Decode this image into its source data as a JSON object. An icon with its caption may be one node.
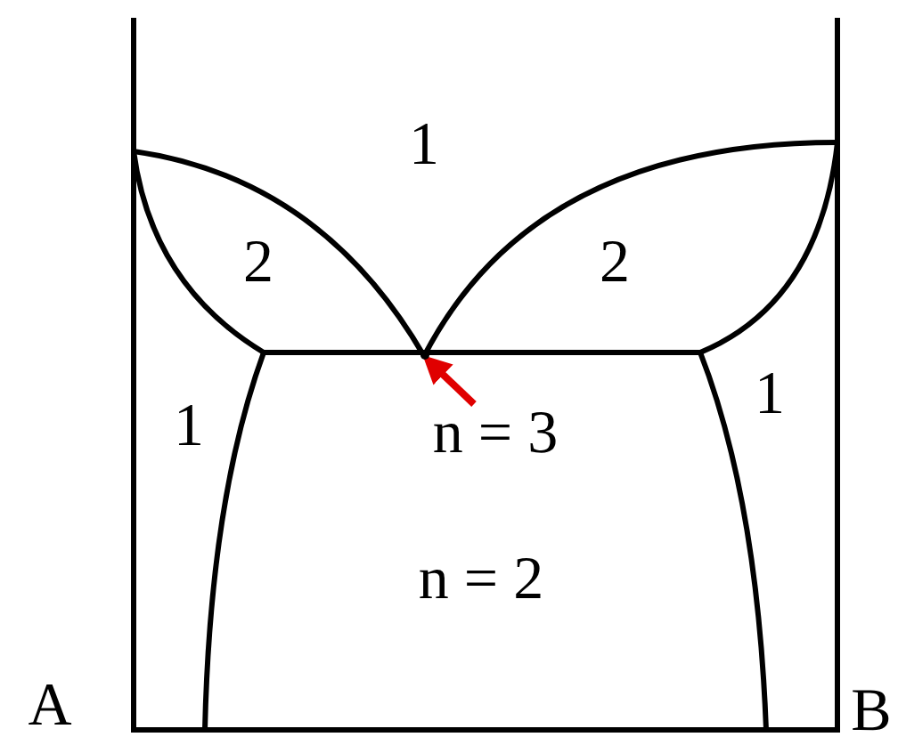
{
  "diagram": {
    "nodes": [
      {
        "text": [
          "n = 3"
        ]
      },
      {
        "text": [],
        "shape": "dot"
      }
    ],
    "edges": [
      {
        "from": 0,
        "to": 1,
        "arrow": "to"
      }
    ],
    "labels": [
      "1",
      "2",
      "2",
      "1",
      "1",
      "n = 2",
      "A",
      "B"
    ]
  }
}
